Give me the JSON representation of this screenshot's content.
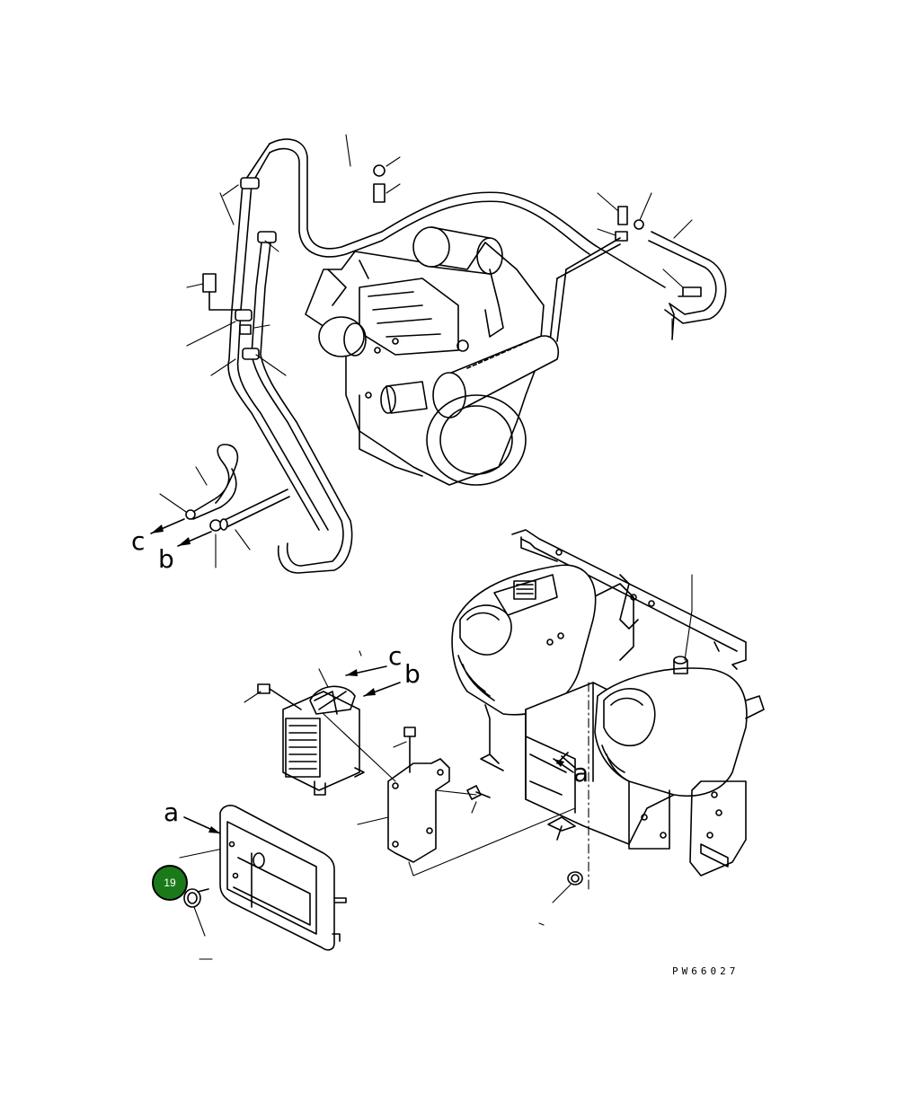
{
  "diagram": {
    "labels": {
      "c_left": "c",
      "b_left": "b",
      "c_right": "c",
      "b_right": "b",
      "a_right": "a",
      "a_left": "a"
    },
    "callout_badge": {
      "number": "19",
      "color": "#1a7a1a"
    },
    "drawing_code": "PW66027"
  }
}
